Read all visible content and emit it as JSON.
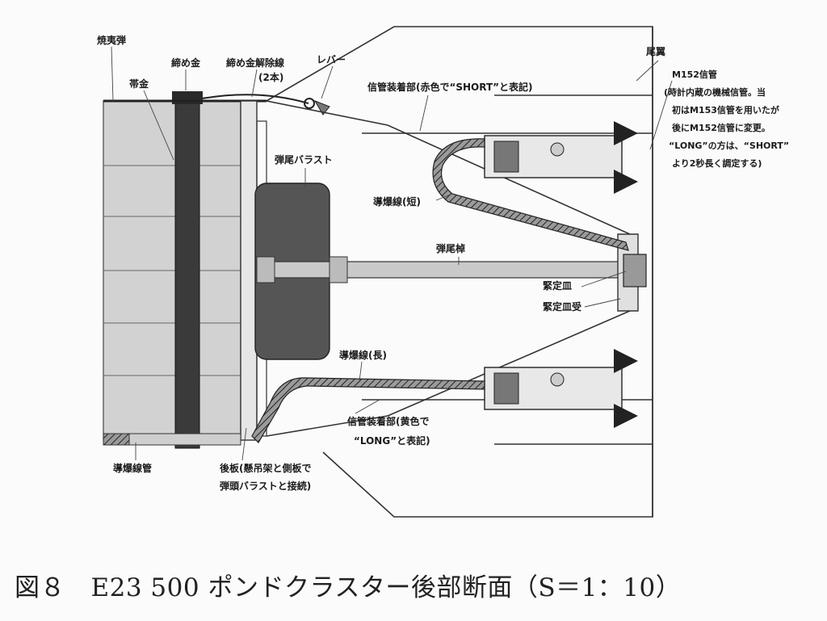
{
  "labels": {
    "incendiary_bomb": "焼夷弾",
    "band": "帯金",
    "strap": "締め金",
    "strap_release_wire": "締め金解除線",
    "strap_release_wire_count": "(2本)",
    "lever": "レバー",
    "fuze_mount_upper": "信管装着部(赤色で“SHORT”と表記)",
    "tail_fin": "尾翼",
    "fuze_title": "M152信管",
    "fuze_note_1": "(時計内蔵の機械信管。当",
    "fuze_note_2": "初はM153信管を用いたが",
    "fuze_note_3": "後にM152信管に変更。",
    "fuze_note_4": "“LONG”の方は、“SHORT”",
    "fuze_note_5": "より2秒長く調定する)",
    "tail_ballast": "弾尾バラスト",
    "det_cord_short": "導爆線(短)",
    "tail_rod": "弾尾棹",
    "clamp_plate": "緊定皿",
    "clamp_plate_seat": "緊定皿受",
    "det_cord_long": "導爆線(長)",
    "fuze_mount_lower_1": "信管装着部(黄色で",
    "fuze_mount_lower_2": "“LONG”と表記)",
    "det_cord_tube": "導爆線管",
    "rear_plate_1": "後板(懸吊架と側板で",
    "rear_plate_2": "弾頭バラストと接続)"
  },
  "caption": "図８　E23 500 ポンドクラスター後部断面（S＝1：10）",
  "colors": {
    "bomb_fill": "#d2d2d2",
    "strap_fill": "#3a3a3a",
    "ballast_fill": "#555555",
    "line": "#333333"
  }
}
